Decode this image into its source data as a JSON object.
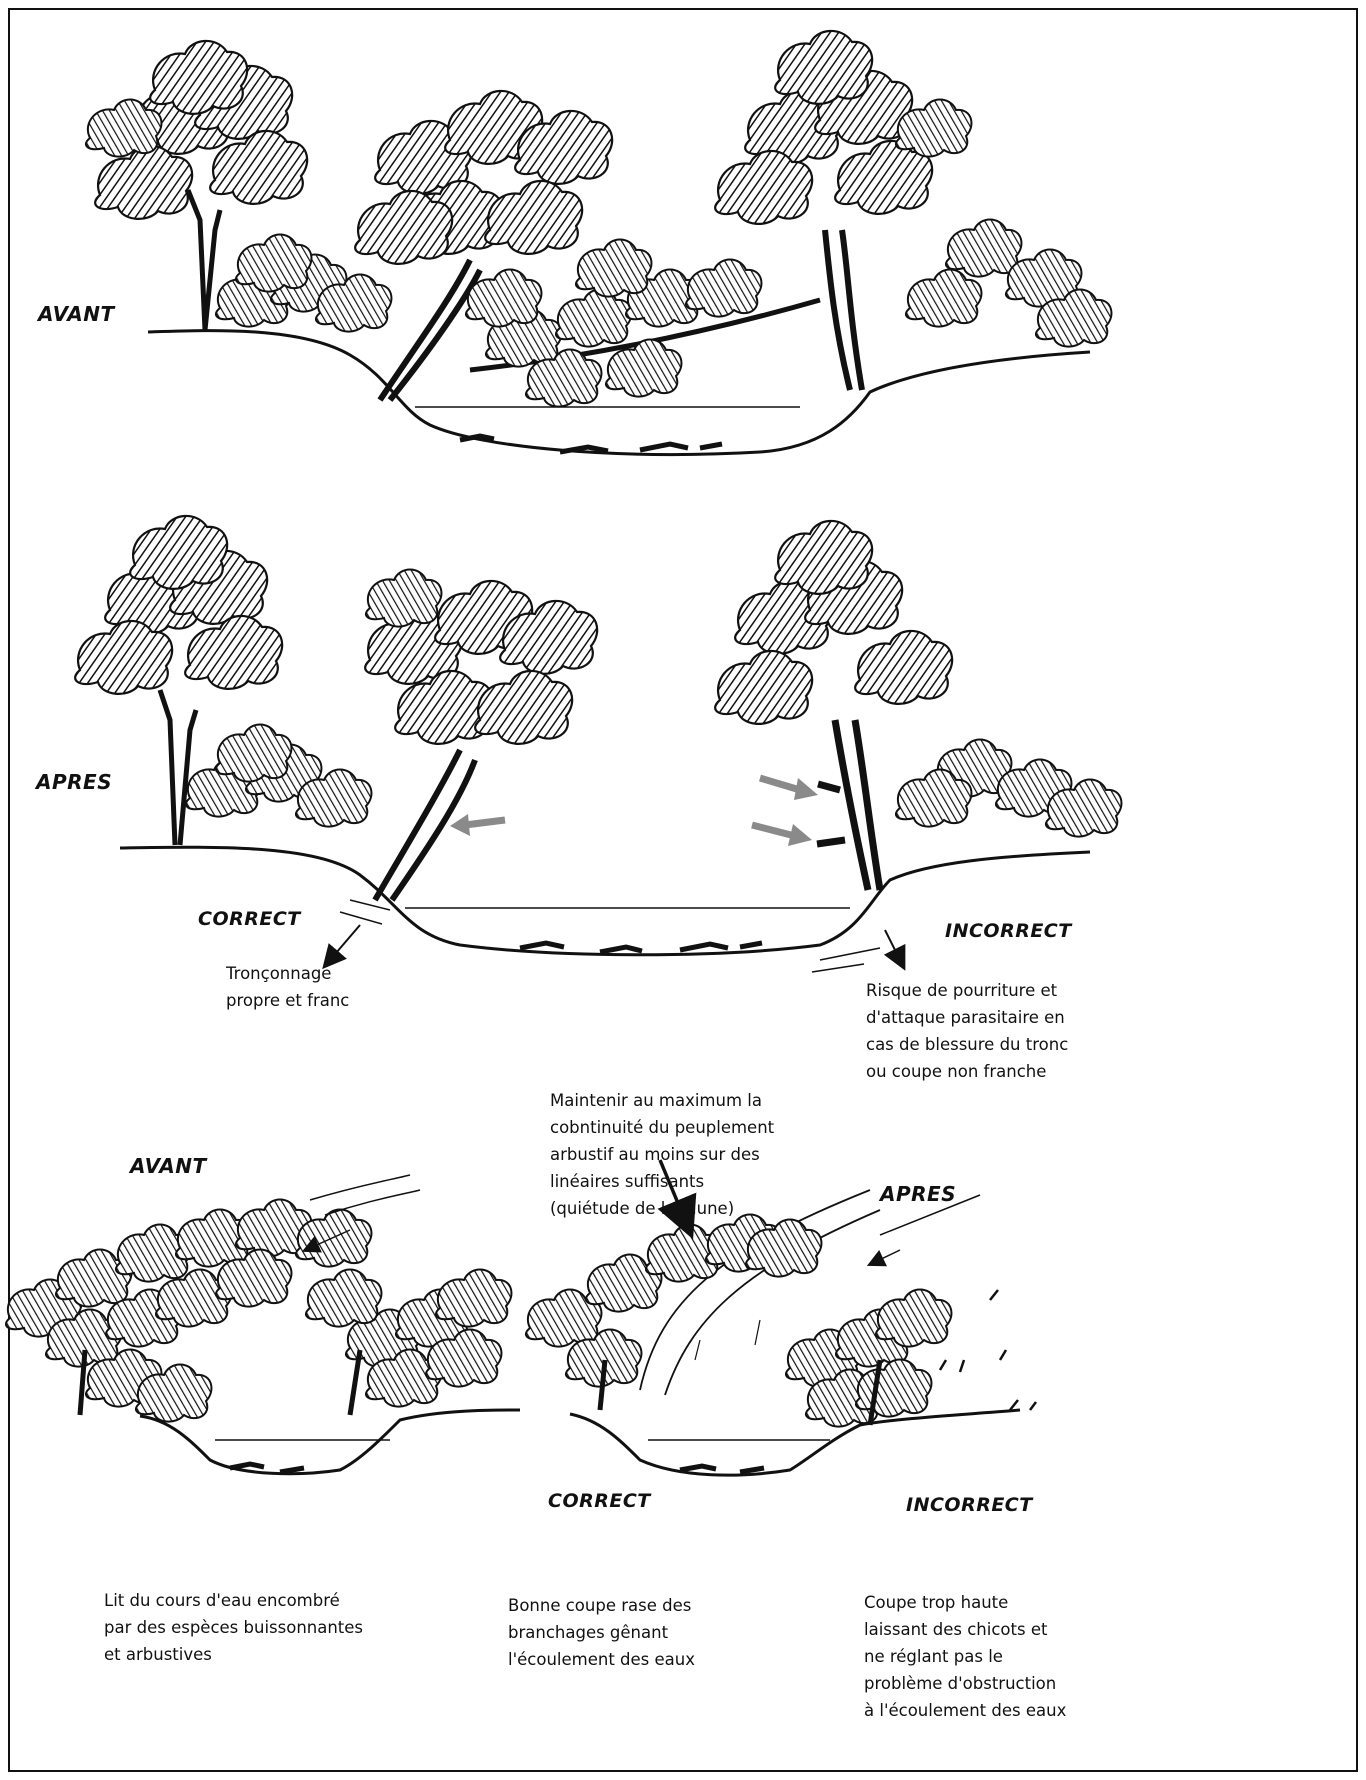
{
  "panel_top": {
    "label_before": "AVANT"
  },
  "panel_middle": {
    "label_after": "APRES",
    "label_correct": "CORRECT",
    "label_incorrect": "INCORRECT",
    "note_correct": "Tronçonnage\npropre et franc",
    "note_incorrect": "Risque de pourriture et\nd'attaque parasitaire en\ncas de blessure du tronc\nou coupe non franche"
  },
  "panel_bottom": {
    "label_before": "AVANT",
    "label_after": "APRES",
    "label_correct": "CORRECT",
    "label_incorrect": "INCORRECT",
    "note_top": "Maintenir au maximum la\ncobntinuité du peuplement\narbustif au moins sur des\nlinéaires suffisants\n(quiétude de la faune)",
    "note_before": "Lit du cours d'eau encombré\npar des espèces buissonnantes\net arbustives",
    "note_correct": "Bonne coupe rase des\nbranchages gênant\nl'écoulement des eaux",
    "note_incorrect": "Coupe trop haute\nlaissant des chicots et\nne réglant pas le\nproblème d'obstruction\nà l'écoulement des eaux"
  },
  "colors": {
    "ink": "#111111",
    "arrow_grey": "#8a8a8a"
  }
}
